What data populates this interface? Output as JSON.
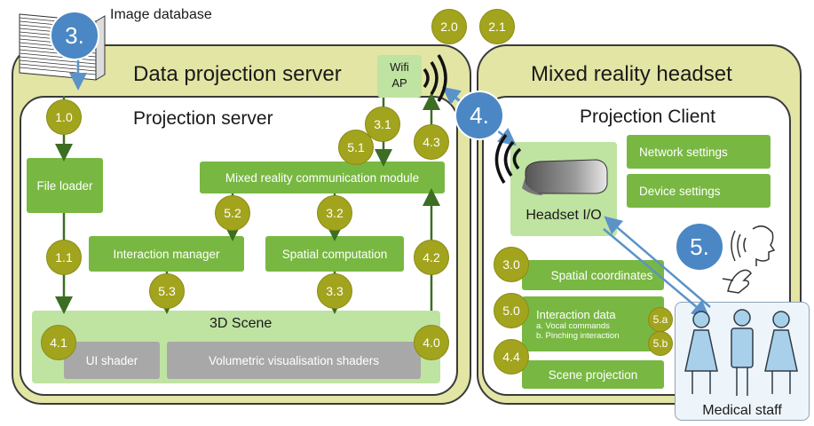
{
  "image_database": {
    "label": "Image database"
  },
  "server": {
    "title": "Data projection server",
    "inner_title": "Projection server",
    "wifi": {
      "line1": "Wifi",
      "line2": "AP"
    },
    "file_loader": "File loader",
    "mr_comm": "Mixed reality communication module",
    "interaction_manager": "Interaction manager",
    "spatial_computation": "Spatial computation",
    "scene": {
      "title": "3D Scene",
      "ui_shader": "UI shader",
      "vol_shaders": "Volumetric visualisation shaders"
    }
  },
  "headset": {
    "title": "Mixed reality headset",
    "inner_title": "Projection Client",
    "io": "Headset I/O",
    "network_settings": "Network settings",
    "device_settings": "Device settings",
    "spatial_coordinates": "Spatial coordinates",
    "interaction_data": {
      "title": "Interaction data",
      "a": "a. Vocal commands",
      "b": "b. Pinching interaction"
    },
    "scene_projection": "Scene projection",
    "medical_staff": "Medical staff"
  },
  "steps": {
    "s1_0": "1.0",
    "s1_1": "1.1",
    "s2_0": "2.0",
    "s2_1": "2.1",
    "s3_0": "3.0",
    "s3_1": "3.1",
    "s3_2": "3.2",
    "s3_3": "3.3",
    "s4_0": "4.0",
    "s4_1": "4.1",
    "s4_2": "4.2",
    "s4_3": "4.3",
    "s4_4": "4.4",
    "s5_0": "5.0",
    "s5_1": "5.1",
    "s5_2": "5.2",
    "s5_3": "5.3",
    "s5_a": "5.a",
    "s5_b": "5.b"
  },
  "big_steps": {
    "b3": "3.",
    "b4": "4.",
    "b5": "5."
  },
  "colors": {
    "panel": "#e2e5a4",
    "green": "#78b842",
    "light_green": "#bfe3a1",
    "olive": "#a3a41d",
    "blue": "#4b87c4",
    "gray": "#a8a8a8"
  }
}
